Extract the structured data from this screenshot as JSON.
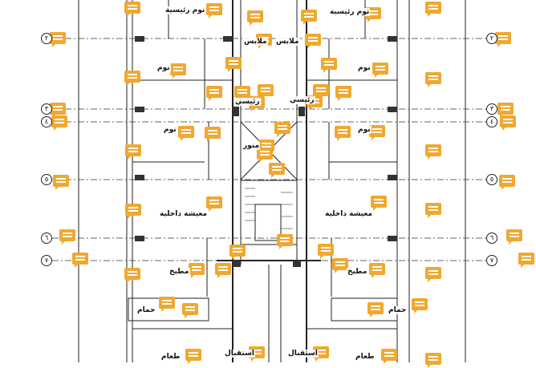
{
  "rooms": {
    "master_bed_left": "نوم رئيسية",
    "master_bed_right": "نوم رئيسية",
    "dress_left": "ملابس",
    "dress_right": "ملابس",
    "bed1_left": "نوم",
    "bed1_right": "نوم",
    "bed2_left": "نوم",
    "bed2_right": "نوم",
    "bath_left": "رئيسي",
    "bath_right": "رئيسي",
    "shaft": "منور",
    "living_left": "معيشة داخلية",
    "living_right": "معيشة داخلية",
    "kitchen_left": "مطبخ",
    "kitchen_right": "مطبخ",
    "wc_left": "حمام",
    "wc_right": "حمام",
    "dining_left": "طعام",
    "dining_right": "طعام",
    "reception_left": "استقبال",
    "reception_right": "استقبال"
  },
  "axes": [
    "٢",
    "٣",
    "٤",
    "٥",
    "٦",
    "٧"
  ],
  "colors": {
    "comment": "#F0A830",
    "line": "#222222"
  },
  "comment_icon": "comment-icon"
}
